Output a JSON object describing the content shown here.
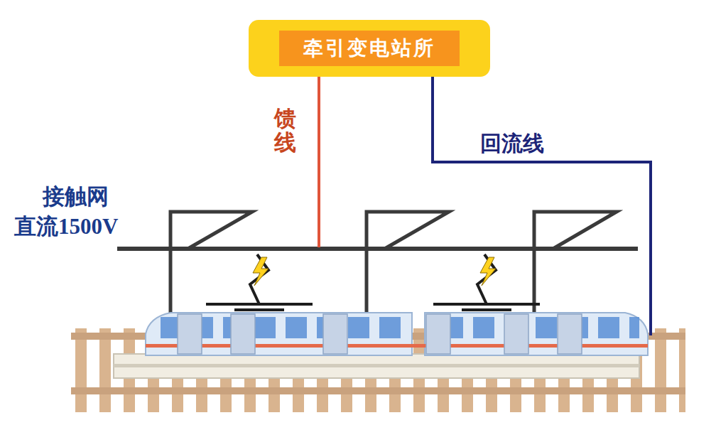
{
  "diagram": {
    "nodes": [
      {
        "text": [
          "牵引变电站所"
        ]
      }
    ],
    "labels": [
      "馈线",
      "回流线",
      "接触网",
      "直流1500V"
    ]
  }
}
